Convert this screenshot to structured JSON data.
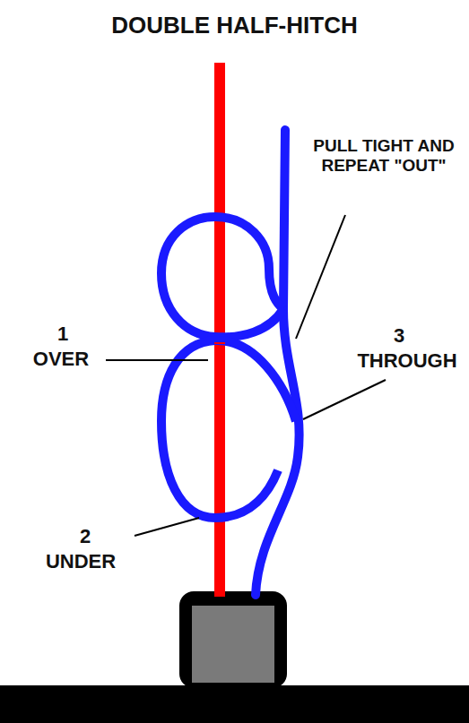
{
  "diagram": {
    "title": "DOUBLE HALF-HITCH",
    "labels": [
      "PULL TIGHT AND REPEAT \"OUT\"",
      "1",
      "OVER",
      "3",
      "THROUGH",
      "2",
      "UNDER"
    ]
  }
}
